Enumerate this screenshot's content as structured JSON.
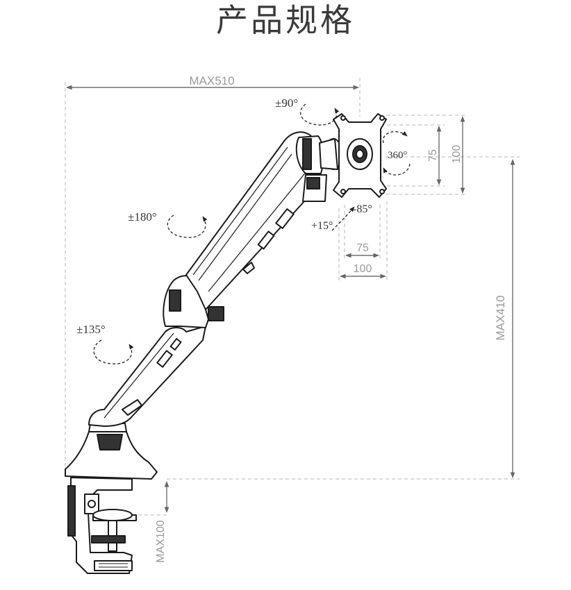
{
  "title": "产品规格",
  "dimensions": {
    "max_reach": "MAX510",
    "max_height": "MAX410",
    "max_clamp": "MAX100",
    "vesa_small_h": "75",
    "vesa_large_h": "100",
    "vesa_small_v": "75",
    "vesa_large_v": "100"
  },
  "rotations": {
    "swivel_plate": "±90°",
    "rotation": "360°",
    "tilt_back": "-85°",
    "tilt_forward": "+15°",
    "upper_arm": "±180°",
    "lower_arm": "±135°"
  },
  "colors": {
    "line": "#1a1a1a",
    "dimension": "#8a8a8a",
    "dashed": "#b0b0b0"
  }
}
